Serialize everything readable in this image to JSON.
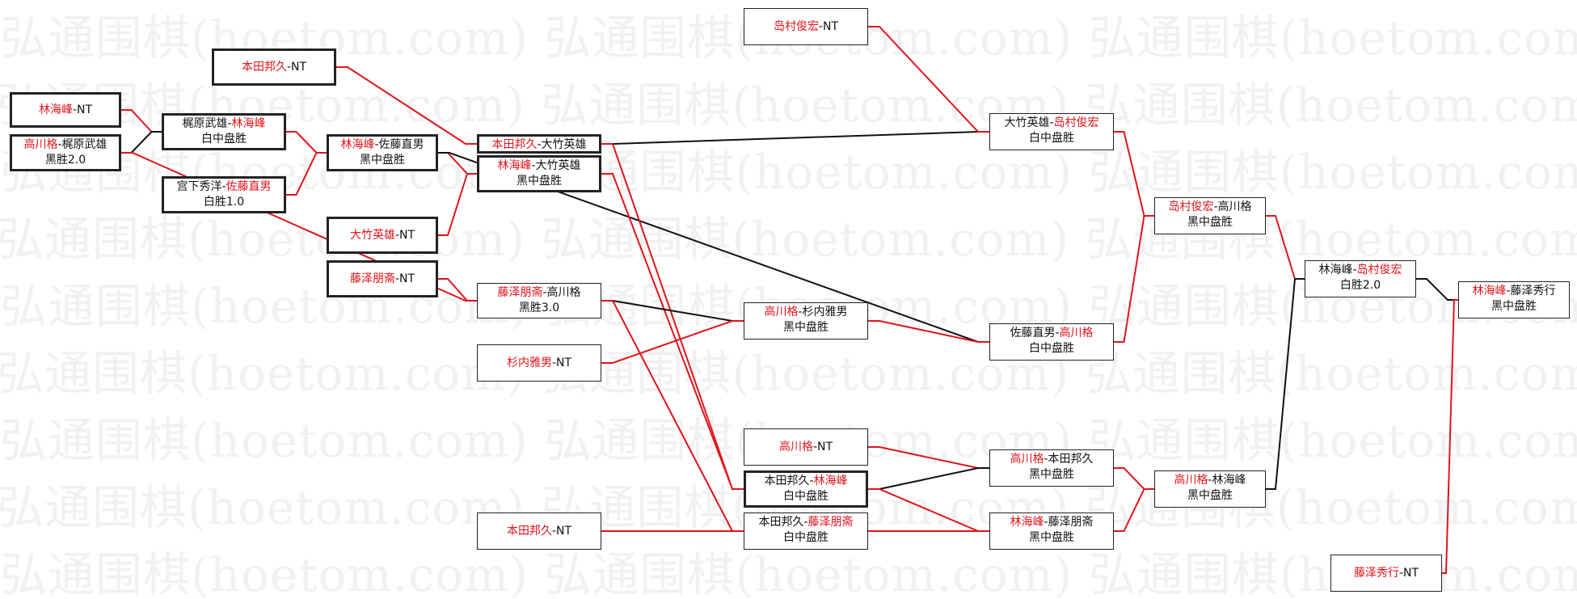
{
  "watermark": "弘通围棋(hoetom.com) 弘通围棋(hoetom.com) 弘通围棋(hoetom.com)",
  "colors": {
    "win": "#e0141b",
    "loss": "#111111",
    "text": "#111111"
  },
  "nodes": [
    {
      "id": "m1",
      "p1": "林海峰",
      "p1_win": true,
      "sep": "-",
      "p2": "NT",
      "p2_win": false,
      "result": ""
    },
    {
      "id": "m2",
      "p1": "高川格",
      "p1_win": true,
      "sep": "-",
      "p2": "梶原武雄",
      "p2_win": false,
      "result": "黑胜2.0"
    },
    {
      "id": "m3",
      "p1": "本田邦久",
      "p1_win": true,
      "sep": "-",
      "p2": "NT",
      "p2_win": false,
      "result": ""
    },
    {
      "id": "m4",
      "p1": "梶原武雄",
      "p1_win": false,
      "sep": "-",
      "p2": "林海峰",
      "p2_win": true,
      "result": "白中盘胜"
    },
    {
      "id": "m5",
      "p1": "宫下秀洋",
      "p1_win": false,
      "sep": "-",
      "p2": "佐藤直男",
      "p2_win": true,
      "result": "白胜1.0"
    },
    {
      "id": "m6",
      "p1": "林海峰",
      "p1_win": true,
      "sep": "-",
      "p2": "佐藤直男",
      "p2_win": false,
      "result": "黑中盘胜"
    },
    {
      "id": "m7",
      "p1": "大竹英雄",
      "p1_win": true,
      "sep": "-",
      "p2": "NT",
      "p2_win": false,
      "result": ""
    },
    {
      "id": "m8",
      "p1": "藤泽朋斋",
      "p1_win": true,
      "sep": "-",
      "p2": "NT",
      "p2_win": false,
      "result": ""
    },
    {
      "id": "m9",
      "p1": "本田邦久",
      "p1_win": true,
      "sep": "-",
      "p2": "大竹英雄",
      "p2_win": false,
      "result": "黑中盘胜"
    },
    {
      "id": "m10",
      "p1": "林海峰",
      "p1_win": true,
      "sep": "-",
      "p2": "大竹英雄",
      "p2_win": false,
      "result": "黑中盘胜"
    },
    {
      "id": "m11",
      "p1": "藤泽朋斋",
      "p1_win": true,
      "sep": "-",
      "p2": "高川格",
      "p2_win": false,
      "result": "黑胜3.0"
    },
    {
      "id": "m12",
      "p1": "杉内雅男",
      "p1_win": true,
      "sep": "-",
      "p2": "NT",
      "p2_win": false,
      "result": ""
    },
    {
      "id": "m13",
      "p1": "本田邦久",
      "p1_win": true,
      "sep": "-",
      "p2": "NT",
      "p2_win": false,
      "result": ""
    },
    {
      "id": "m14",
      "p1": "岛村俊宏",
      "p1_win": true,
      "sep": "-",
      "p2": "NT",
      "p2_win": false,
      "result": ""
    },
    {
      "id": "m15",
      "p1": "高川格",
      "p1_win": true,
      "sep": "-",
      "p2": "杉内雅男",
      "p2_win": false,
      "result": "黑中盘胜"
    },
    {
      "id": "m16",
      "p1": "高川格",
      "p1_win": true,
      "sep": "-",
      "p2": "NT",
      "p2_win": false,
      "result": ""
    },
    {
      "id": "m17",
      "p1": "本田邦久",
      "p1_win": false,
      "sep": "-",
      "p2": "林海峰",
      "p2_win": true,
      "result": "白中盘胜"
    },
    {
      "id": "m18",
      "p1": "本田邦久",
      "p1_win": false,
      "sep": "-",
      "p2": "藤泽朋斋",
      "p2_win": true,
      "result": "白中盘胜"
    },
    {
      "id": "m19",
      "p1": "大竹英雄",
      "p1_win": false,
      "sep": "-",
      "p2": "岛村俊宏",
      "p2_win": true,
      "result": "白中盘胜"
    },
    {
      "id": "m20",
      "p1": "佐藤直男",
      "p1_win": false,
      "sep": "-",
      "p2": "高川格",
      "p2_win": true,
      "result": "白中盘胜"
    },
    {
      "id": "m21",
      "p1": "高川格",
      "p1_win": true,
      "sep": "-",
      "p2": "本田邦久",
      "p2_win": false,
      "result": "黑中盘胜"
    },
    {
      "id": "m22",
      "p1": "林海峰",
      "p1_win": true,
      "sep": "-",
      "p2": "藤泽朋斋",
      "p2_win": false,
      "result": "黑中盘胜"
    },
    {
      "id": "m23",
      "p1": "岛村俊宏",
      "p1_win": true,
      "sep": "-",
      "p2": "高川格",
      "p2_win": false,
      "result": "黑中盘胜"
    },
    {
      "id": "m24",
      "p1": "高川格",
      "p1_win": true,
      "sep": "-",
      "p2": "林海峰",
      "p2_win": false,
      "result": "黑中盘胜"
    },
    {
      "id": "m25",
      "p1": "林海峰",
      "p1_win": false,
      "sep": "-",
      "p2": "岛村俊宏",
      "p2_win": true,
      "result": "白胜2.0"
    },
    {
      "id": "m26",
      "p1": "藤泽秀行",
      "p1_win": true,
      "sep": "-",
      "p2": "NT",
      "p2_win": false,
      "result": ""
    },
    {
      "id": "m27",
      "p1": "林海峰",
      "p1_win": true,
      "sep": "-",
      "p2": "藤泽秀行",
      "p2_win": false,
      "result": "黑中盘胜"
    }
  ],
  "connectors": [
    {
      "from": "m1",
      "to": "m4",
      "color": "red"
    },
    {
      "from": "m2",
      "to": "m4",
      "color": "black"
    },
    {
      "from": "m2",
      "to": "m11",
      "color": "red"
    },
    {
      "from": "m3",
      "to": "m9",
      "color": "red"
    },
    {
      "from": "m4",
      "to": "m6",
      "color": "red"
    },
    {
      "from": "m5",
      "to": "m6",
      "color": "red"
    },
    {
      "from": "m6",
      "to": "m10",
      "color": "red"
    },
    {
      "from": "m6",
      "to": "m20",
      "color": "black"
    },
    {
      "from": "m7",
      "to": "m10",
      "color": "red"
    },
    {
      "from": "m8",
      "to": "m11",
      "color": "red"
    },
    {
      "from": "m9",
      "to": "m19",
      "color": "black"
    },
    {
      "from": "m9",
      "to": "m17",
      "color": "red"
    },
    {
      "from": "m10",
      "to": "m17",
      "color": "red"
    },
    {
      "from": "m11",
      "to": "m15",
      "color": "black"
    },
    {
      "from": "m11",
      "to": "m18",
      "color": "red"
    },
    {
      "from": "m12",
      "to": "m15",
      "color": "red"
    },
    {
      "from": "m13",
      "to": "m18",
      "color": "red"
    },
    {
      "from": "m14",
      "to": "m19",
      "color": "red"
    },
    {
      "from": "m15",
      "to": "m20",
      "color": "red"
    },
    {
      "from": "m16",
      "to": "m21",
      "color": "red"
    },
    {
      "from": "m17",
      "to": "m21",
      "color": "black"
    },
    {
      "from": "m17",
      "to": "m22",
      "color": "red"
    },
    {
      "from": "m18",
      "to": "m22",
      "color": "red"
    },
    {
      "from": "m19",
      "to": "m23",
      "color": "red"
    },
    {
      "from": "m20",
      "to": "m23",
      "color": "red"
    },
    {
      "from": "m21",
      "to": "m24",
      "color": "red"
    },
    {
      "from": "m22",
      "to": "m24",
      "color": "red"
    },
    {
      "from": "m23",
      "to": "m25",
      "color": "red"
    },
    {
      "from": "m24",
      "to": "m25",
      "color": "black"
    },
    {
      "from": "m25",
      "to": "m27",
      "color": "black"
    },
    {
      "from": "m26",
      "to": "m27",
      "color": "red"
    }
  ]
}
